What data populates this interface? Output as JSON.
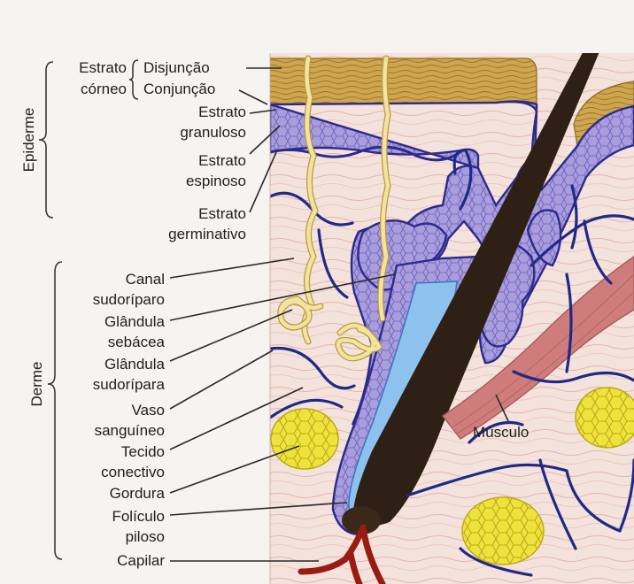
{
  "colors": {
    "background": "#f6f4f1",
    "dermis": "#f3ddd6",
    "dermis_fiber": "#e5b9ae",
    "corneum": "#c9a24a",
    "corneum_line": "#9a7325",
    "epidermis_cells": "#9d8fd6",
    "epidermis_dots": "#2c2a8e",
    "epidermis_edge": "#2d2a8a",
    "vessel": "#1f2a86",
    "sweat_duct": "#f3e3a2",
    "hair": "#2f2016",
    "fat": "#ece03c",
    "fat_edge": "#b8a816",
    "muscle": "#cf7c7c",
    "capillary": "#9a1b12",
    "follicle_sheath": "#79b4e8"
  },
  "side_labels": {
    "epiderme": "Epiderme",
    "derme": "Derme"
  },
  "labels": {
    "estrato_corneo_1": "Estrato",
    "estrato_corneo_2": "córneo",
    "disjuncao": "Disjunção",
    "conjuncao": "Conjunção",
    "granuloso_1": "Estrato",
    "granuloso_2": "granuloso",
    "espinoso_1": "Estrato",
    "espinoso_2": "espinoso",
    "germinativo_1": "Estrato",
    "germinativo_2": "germinativo",
    "canal_1": "Canal",
    "canal_2": "sudoríparo",
    "sebacea_1": "Glândula",
    "sebacea_2": "sebácea",
    "sudoripara_1": "Glândula",
    "sudoripara_2": "sudorípara",
    "vaso_1": "Vaso",
    "vaso_2": "sanguíneo",
    "tecido_1": "Tecido",
    "tecido_2": "conectivo",
    "gordura": "Gordura",
    "foliculo_1": "Folículo",
    "foliculo_2": "piloso",
    "capilar": "Capilar",
    "musculo": "Músculo"
  }
}
